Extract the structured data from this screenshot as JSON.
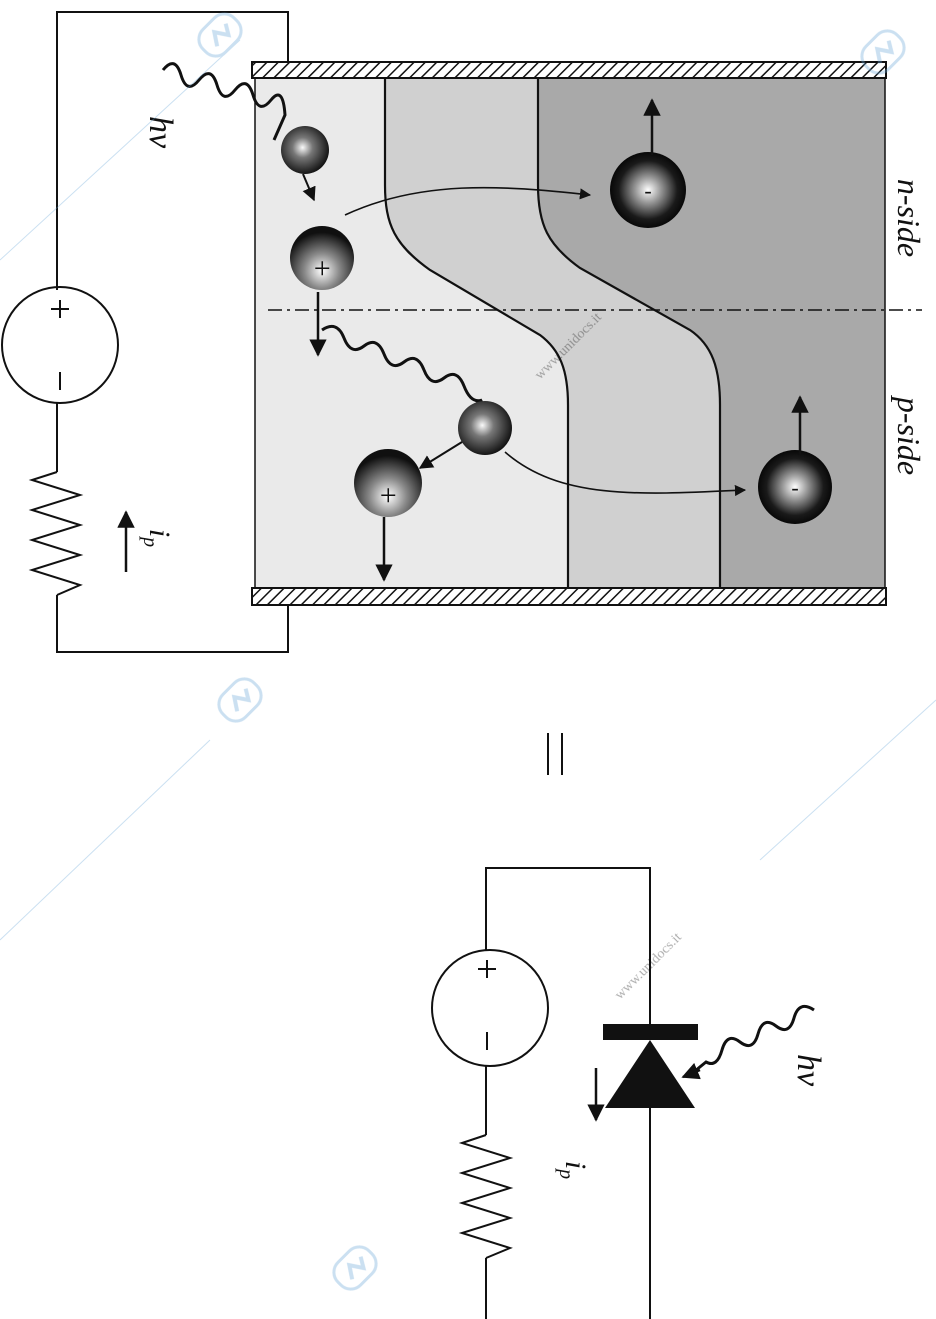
{
  "figure": {
    "hv_top": "hv",
    "hv_bottom": "hv",
    "ip_top": "i",
    "ip_top_sub": "p",
    "ip_bottom": "i",
    "ip_bottom_sub": "p",
    "n_side": "n-side",
    "p_side": "p-side",
    "plus": "+",
    "minus": "-",
    "equals": "="
  },
  "watermark": {
    "text": "www.unidocs.it",
    "logo": "unidocs-logo-icon"
  },
  "colors": {
    "line": "#111111",
    "light_region": "#eaeaea",
    "mid_region": "#d0d0d0",
    "dark_region": "#a9a9a9"
  }
}
